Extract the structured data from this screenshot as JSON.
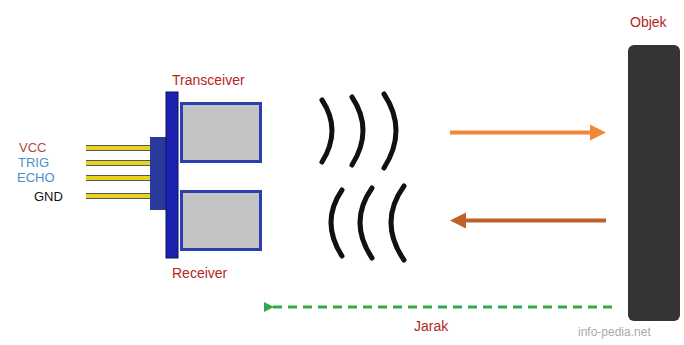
{
  "diagram": {
    "nodes": [
      {
        "text": [
          "Transceiver"
        ]
      },
      {
        "text": [
          "Receiver"
        ]
      },
      {
        "text": [
          "Objek"
        ]
      }
    ],
    "edges": [
      {
        "from": 0,
        "to": 2,
        "arrow": "to"
      },
      {
        "from": 2,
        "to": 1,
        "arrow": "to"
      }
    ],
    "labels": [
      "VCC",
      "TRIG",
      "ECHO",
      "GND",
      "Jarak",
      "info-pedia.net"
    ]
  }
}
